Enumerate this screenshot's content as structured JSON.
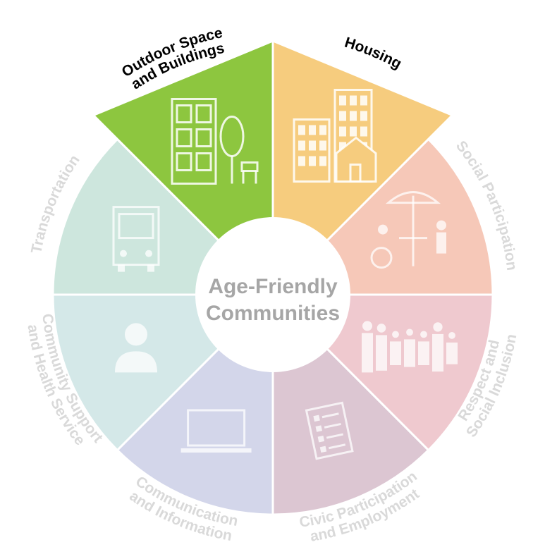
{
  "diagram": {
    "center": {
      "line1": "Age-Friendly",
      "line2": "Communities"
    },
    "segments": [
      {
        "id": "outdoor",
        "label_lines": [
          "Outdoor Space",
          "and Buildings"
        ],
        "color": "#8dc63f",
        "label_color": "#000000",
        "highlighted": true,
        "icon": "building-tree-bench-icon"
      },
      {
        "id": "housing",
        "label_lines": [
          "Housing"
        ],
        "color": "#f6cc7e",
        "label_color": "#000000",
        "highlighted": true,
        "icon": "apartments-house-icon"
      },
      {
        "id": "social-participation",
        "label_lines": [
          "Social Participation"
        ],
        "color": "#f6c8b8",
        "label_color": "#d9d9d9",
        "highlighted": false,
        "icon": "people-at-table-icon"
      },
      {
        "id": "respect",
        "label_lines": [
          "Respect and",
          "Social Inclusion"
        ],
        "color": "#efc9cf",
        "label_color": "#d9d9d9",
        "highlighted": false,
        "icon": "family-group-icon"
      },
      {
        "id": "civic",
        "label_lines": [
          "Civic Participation",
          "and Employment"
        ],
        "color": "#dcc6d2",
        "label_color": "#d9d9d9",
        "highlighted": false,
        "icon": "document-checklist-icon"
      },
      {
        "id": "communication",
        "label_lines": [
          "Communication",
          "and Information"
        ],
        "color": "#d3d6ea",
        "label_color": "#d9d9d9",
        "highlighted": false,
        "icon": "laptop-icon"
      },
      {
        "id": "community-support",
        "label_lines": [
          "Community Support",
          "and Health Service"
        ],
        "color": "#d4e8e8",
        "label_color": "#d9d9d9",
        "highlighted": false,
        "icon": "doctor-icon"
      },
      {
        "id": "transportation",
        "label_lines": [
          "Transportation"
        ],
        "color": "#cde6dd",
        "label_color": "#d9d9d9",
        "highlighted": false,
        "icon": "bus-icon"
      }
    ]
  }
}
